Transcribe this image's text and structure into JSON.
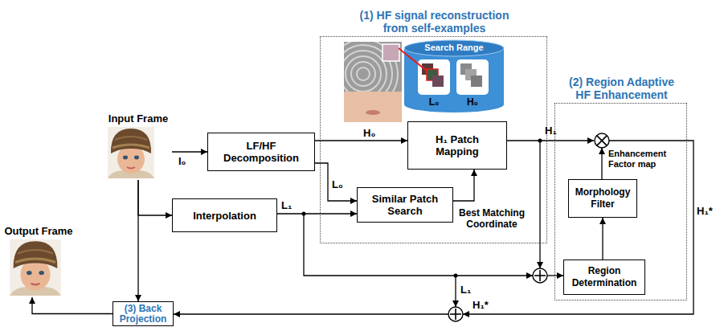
{
  "diagram": {
    "nodes": [
      {
        "text": [
          "Input Frame"
        ]
      },
      {
        "text": [
          "LF/HF Decomposition"
        ]
      },
      {
        "text": [
          "Interpolation"
        ]
      },
      {
        "text": [
          "(1) HF signal reconstruction from self-examples"
        ]
      },
      {
        "text": [
          "H₁ Patch Mapping"
        ],
        "in": 3
      },
      {
        "text": [
          "Similar Patch Search"
        ],
        "in": 3
      },
      {
        "text": [
          "(2) Region Adaptive HF Enhancement"
        ]
      },
      {
        "text": [
          "Morphology Filter"
        ],
        "in": 6
      },
      {
        "text": [
          "Region Determination"
        ],
        "in": 6
      },
      {
        "text": [
          "Output Frame"
        ]
      },
      {
        "text": [
          "(3) Back Projection"
        ]
      }
    ],
    "edges": [
      {
        "from": 0,
        "to": 1,
        "arrow": "to",
        "label": "I₀"
      },
      {
        "from": 0,
        "to": 2,
        "arrow": "to"
      },
      {
        "from": 0,
        "to": 10,
        "arrow": "to"
      },
      {
        "from": 1,
        "to": 4,
        "arrow": "to",
        "label": "H₀"
      },
      {
        "from": 1,
        "to": 5,
        "arrow": "to",
        "label": "L₀"
      },
      {
        "from": 2,
        "to": 5,
        "arrow": "to",
        "label": "L₁"
      },
      {
        "from": 5,
        "to": 4,
        "arrow": "to",
        "label": "Best Matching Coordinate"
      },
      {
        "from": 8,
        "to": 7,
        "arrow": "to"
      },
      {
        "from": 10,
        "to": 9,
        "arrow": "to"
      }
    ],
    "labels": [
      "Search Range",
      "L₀",
      "H₀",
      "H₁",
      "Enhancement Factor map",
      "H₁*",
      "L₁",
      "H₁*"
    ]
  }
}
